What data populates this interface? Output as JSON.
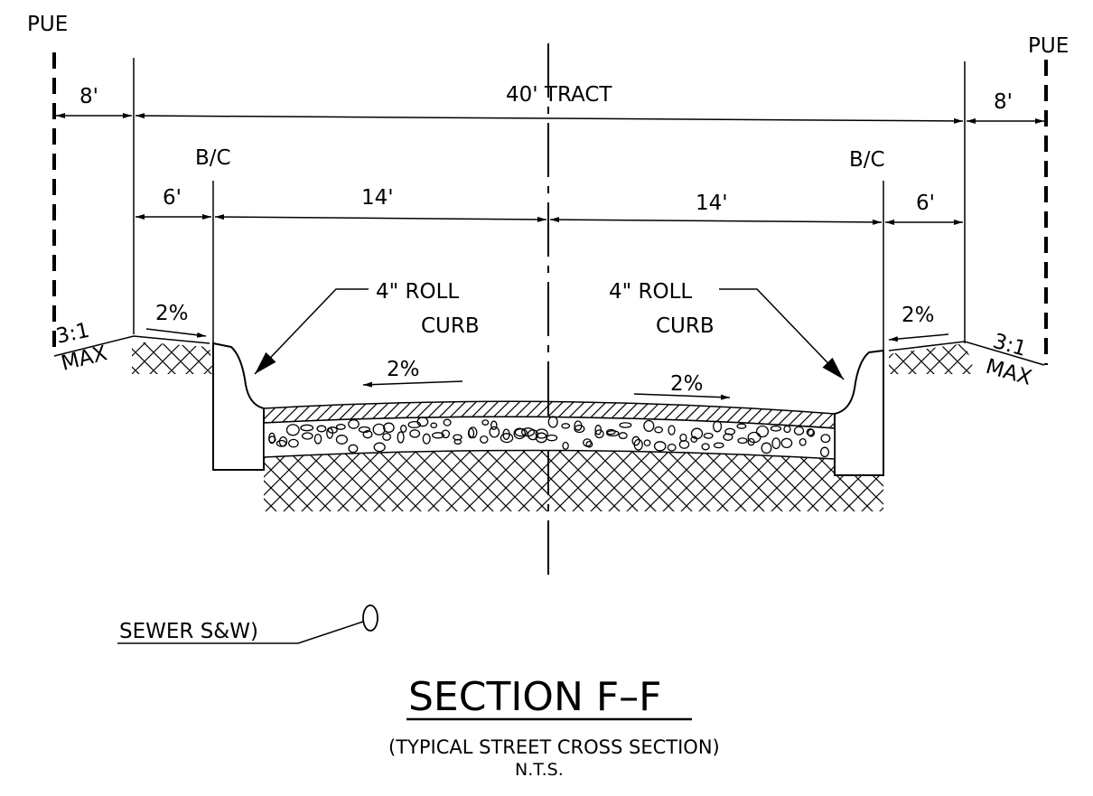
{
  "labels": {
    "pue_left": "PUE",
    "pue_right": "PUE",
    "tract": "40' TRACT",
    "dim_8_left": "8'",
    "dim_8_right": "8'",
    "bc_left": "B/C",
    "bc_right": "B/C",
    "dim_6_left": "6'",
    "dim_6_right": "6'",
    "dim_14_left": "14'",
    "dim_14_right": "14'",
    "curb_left_line1": "4\"  ROLL",
    "curb_left_line2": "CURB",
    "curb_right_line1": "4\"  ROLL",
    "curb_right_line2": "CURB",
    "slope_walk_left": "2%",
    "slope_walk_right": "2%",
    "slope_road_left": "2%",
    "slope_road_right": "2%",
    "ratio_left": "3:1",
    "ratio_right": "3:1",
    "max_left": "MAX",
    "max_right": "MAX",
    "sewer_label": "SEWER S&W)",
    "sewer_symbol": "0",
    "section_title": "SECTION  F–F",
    "section_subtitle": "(TYPICAL STREET CROSS SECTION)",
    "section_scale": "N.T.S."
  },
  "colors": {
    "ink": "#000000",
    "paper": "#ffffff"
  }
}
